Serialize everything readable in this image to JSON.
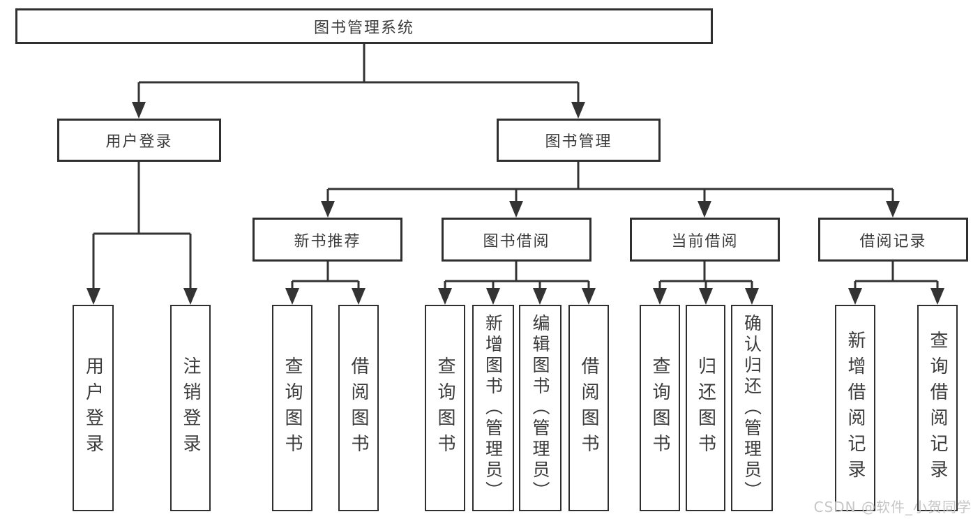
{
  "diagram": {
    "root": {
      "label": "图书管理系统"
    },
    "branches": [
      {
        "label": "用户登录",
        "children": [
          {
            "label": "用户登录"
          },
          {
            "label": "注销登录"
          }
        ]
      },
      {
        "label": "图书管理",
        "children": [
          {
            "label": "新书推荐",
            "children": [
              {
                "label": "查询图书"
              },
              {
                "label": "借阅图书"
              }
            ]
          },
          {
            "label": "图书借阅",
            "children": [
              {
                "label": "查询图书"
              },
              {
                "label": "新增图书（管理员）"
              },
              {
                "label": "编辑图书（管理员）"
              },
              {
                "label": "借阅图书"
              }
            ]
          },
          {
            "label": "当前借阅",
            "children": [
              {
                "label": "查询图书"
              },
              {
                "label": "归还图书"
              },
              {
                "label": "确认归还（管理员）"
              }
            ]
          },
          {
            "label": "借阅记录",
            "children": [
              {
                "label": "新增借阅记录"
              },
              {
                "label": "查询借阅记录"
              }
            ]
          }
        ]
      }
    ]
  },
  "watermark": {
    "text": "CSDN @软件_小贺同学"
  },
  "colors": {
    "line": "#333333",
    "border": "#2f2f2f",
    "text": "#3b3b3b",
    "watermark": "#c6c6c6",
    "background": "#ffffff"
  }
}
